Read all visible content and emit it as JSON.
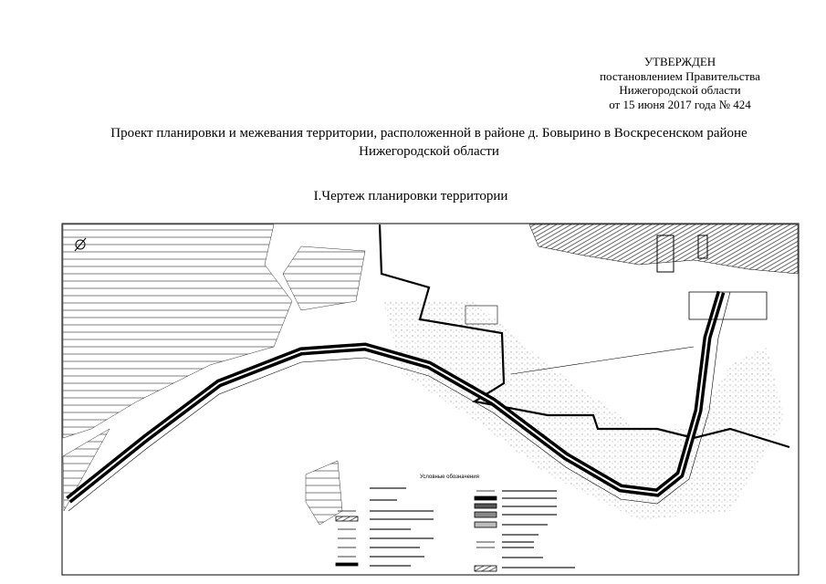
{
  "approval": {
    "heading": "УТВЕРЖДЕН",
    "line1": "постановлением Правительства",
    "line2": "Нижегородской области",
    "line3": "от 15 июня 2017 года № 424"
  },
  "title": {
    "line1": "Проект планировки и межевания территории, расположенной в районе д. Бовырино в Воскресенском районе",
    "line2": "Нижегородской области"
  },
  "subtitle": "I.Чертеж планировки территории",
  "drawing": {
    "legend_title": "Условные обозначения",
    "colors": {
      "ink": "#000000",
      "paper": "#ffffff"
    }
  }
}
